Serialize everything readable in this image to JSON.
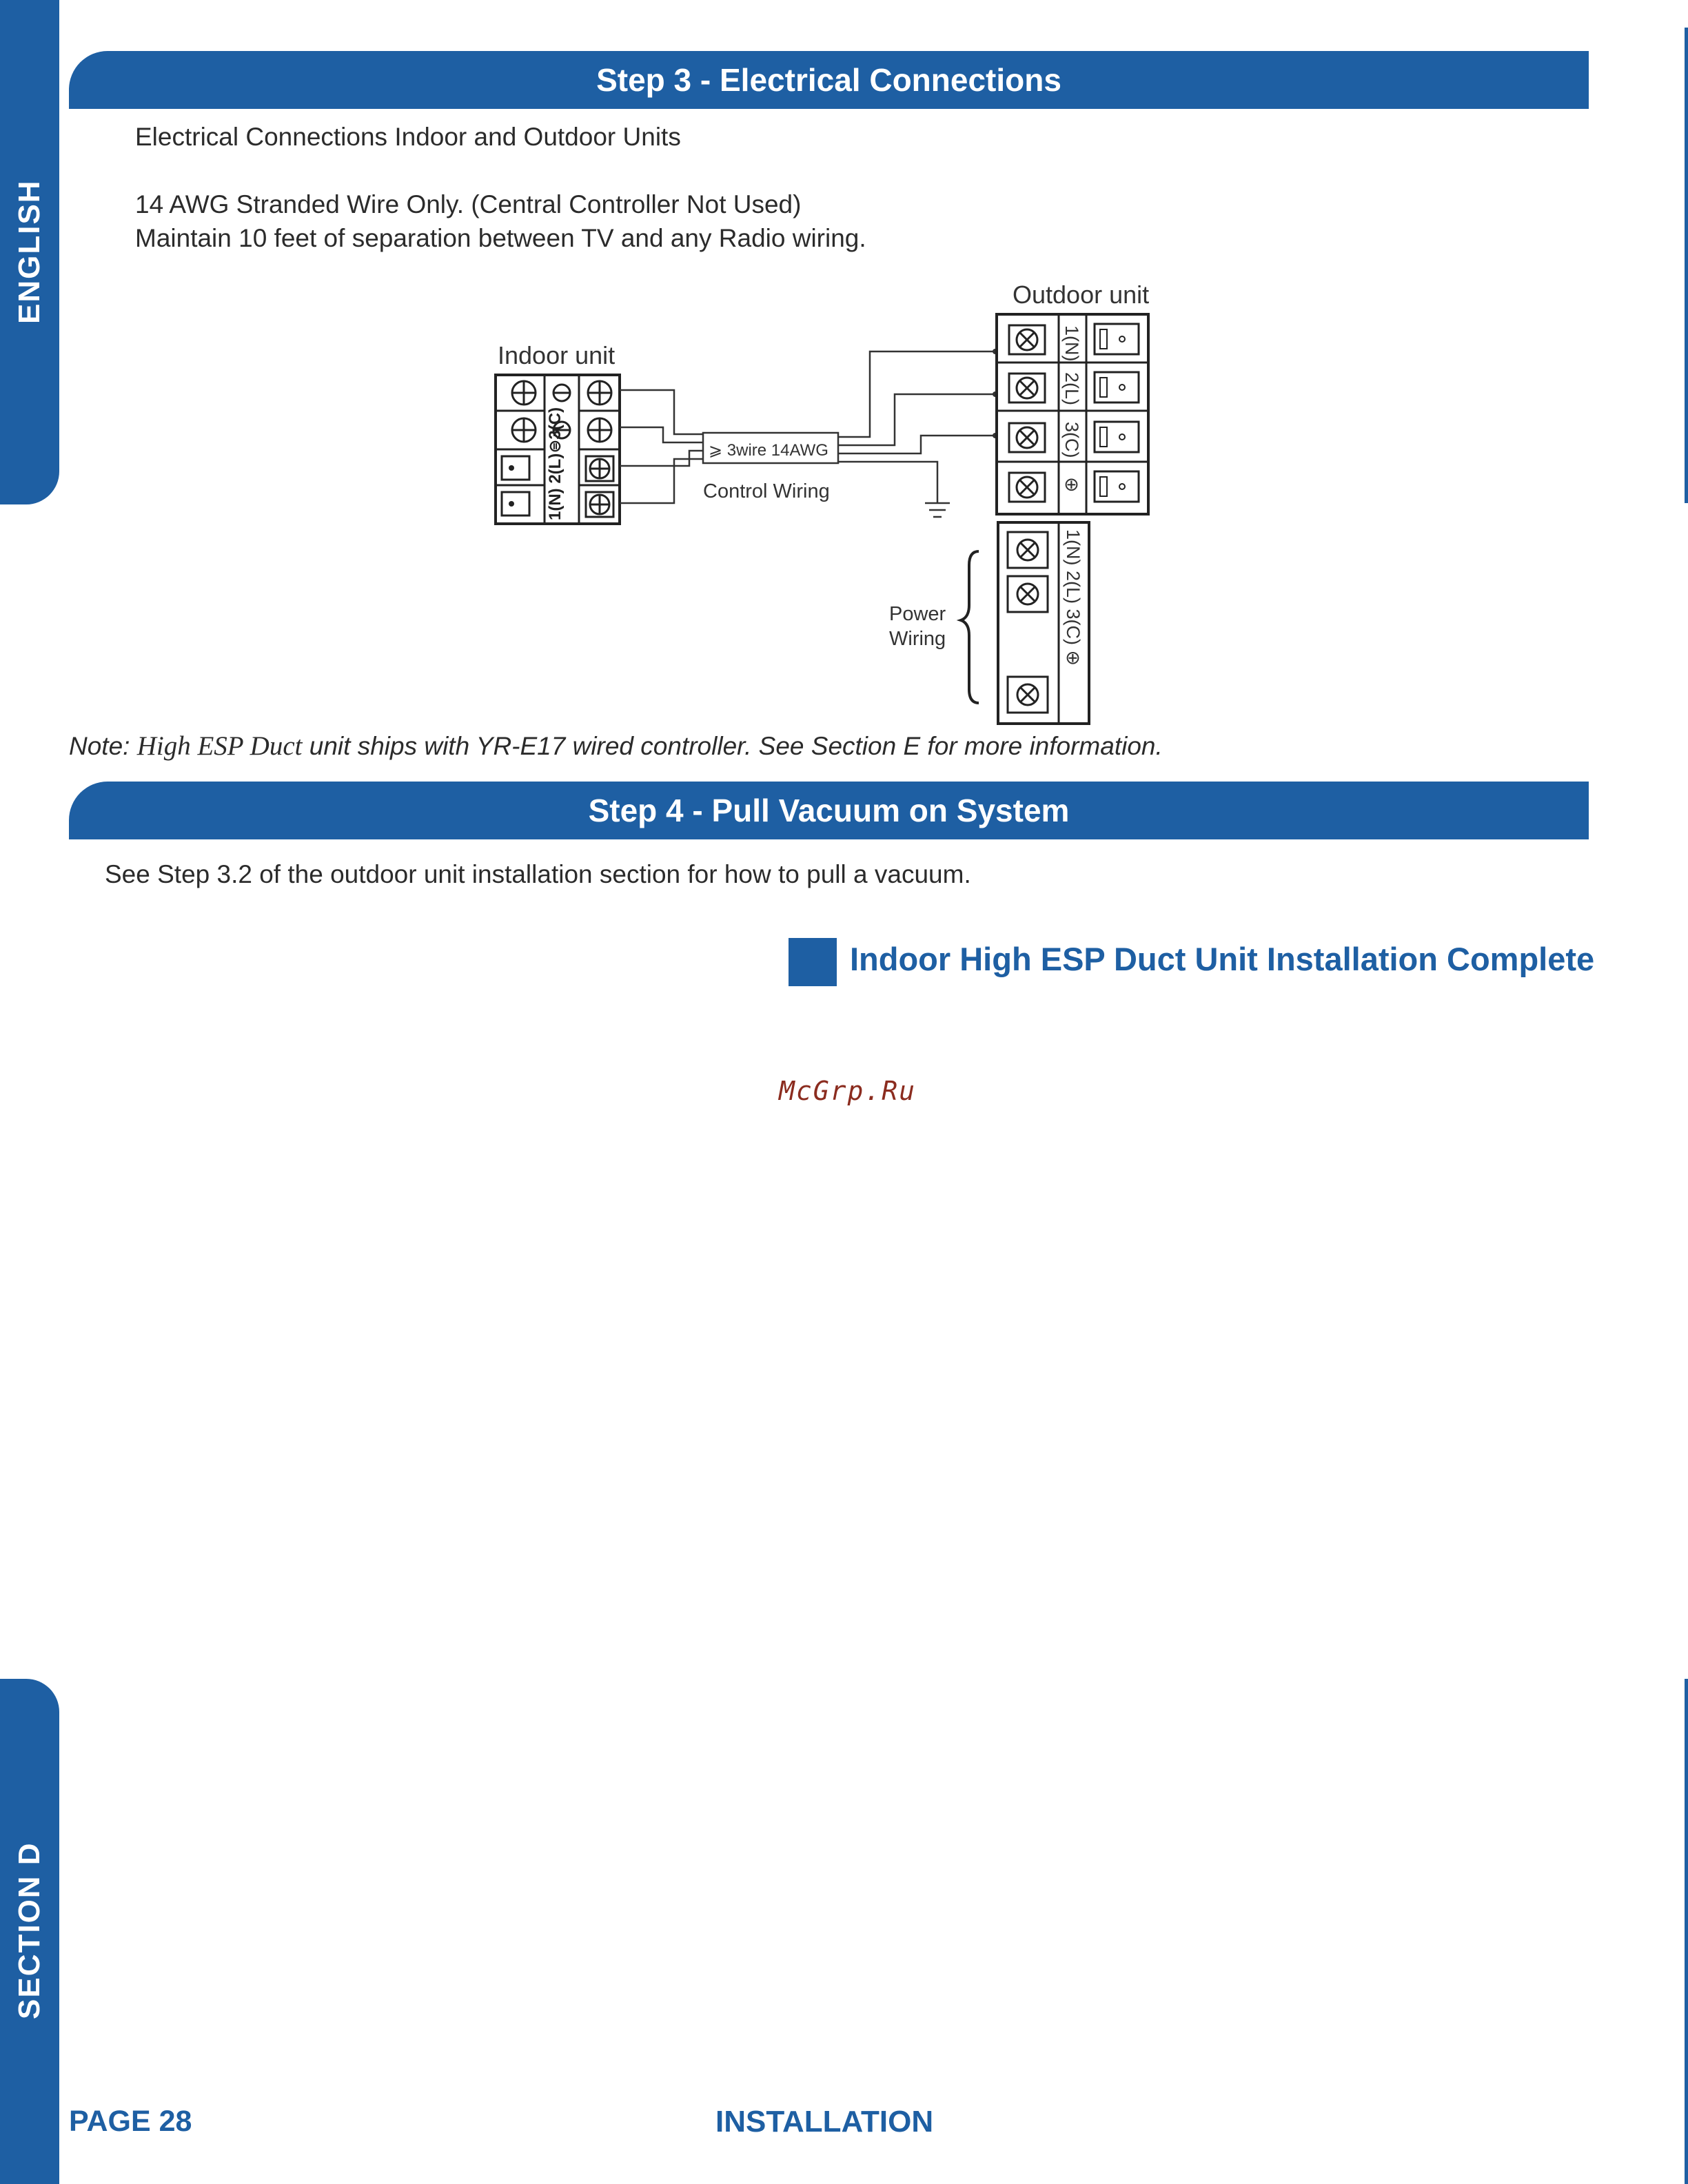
{
  "sidebar": {
    "language": "ENGLISH",
    "section": "SECTION D"
  },
  "step3": {
    "title": "Step 3 - Electrical Connections",
    "line1": "Electrical Connections Indoor and Outdoor Units",
    "line2": "14 AWG Stranded Wire Only. (Central Controller Not Used)",
    "line3": "Maintain 10 feet of separation between TV and any Radio wiring."
  },
  "diagram": {
    "outdoor_label": "Outdoor unit",
    "indoor_label": "Indoor unit",
    "wire_label": "⩾ 3wire 14AWG",
    "control_label": "Control Wiring",
    "power_label_1": "Power",
    "power_label_2": "Wiring",
    "indoor_terminals": "1(N) 2(L)⊜3(C)",
    "outdoor_terminals": [
      "1(N)",
      "2(L)",
      "3(C)",
      "⊕"
    ],
    "power_terminals": "1(N) 2(L)  3(C)   ⊕"
  },
  "note": {
    "prefix": "Note: ",
    "serif_part": "High ESP Duct",
    "rest": " unit ships with YR-E17 wired controller. See Section E for more information."
  },
  "step4": {
    "title": "Step 4 - Pull Vacuum on System",
    "line1": "See Step 3.2 of the outdoor unit installation section for how to pull a vacuum."
  },
  "complete": {
    "text": "Indoor High ESP Duct Unit Installation Complete"
  },
  "watermark": "McGrp.Ru",
  "footer": {
    "page": "PAGE 28",
    "section": "INSTALLATION"
  }
}
